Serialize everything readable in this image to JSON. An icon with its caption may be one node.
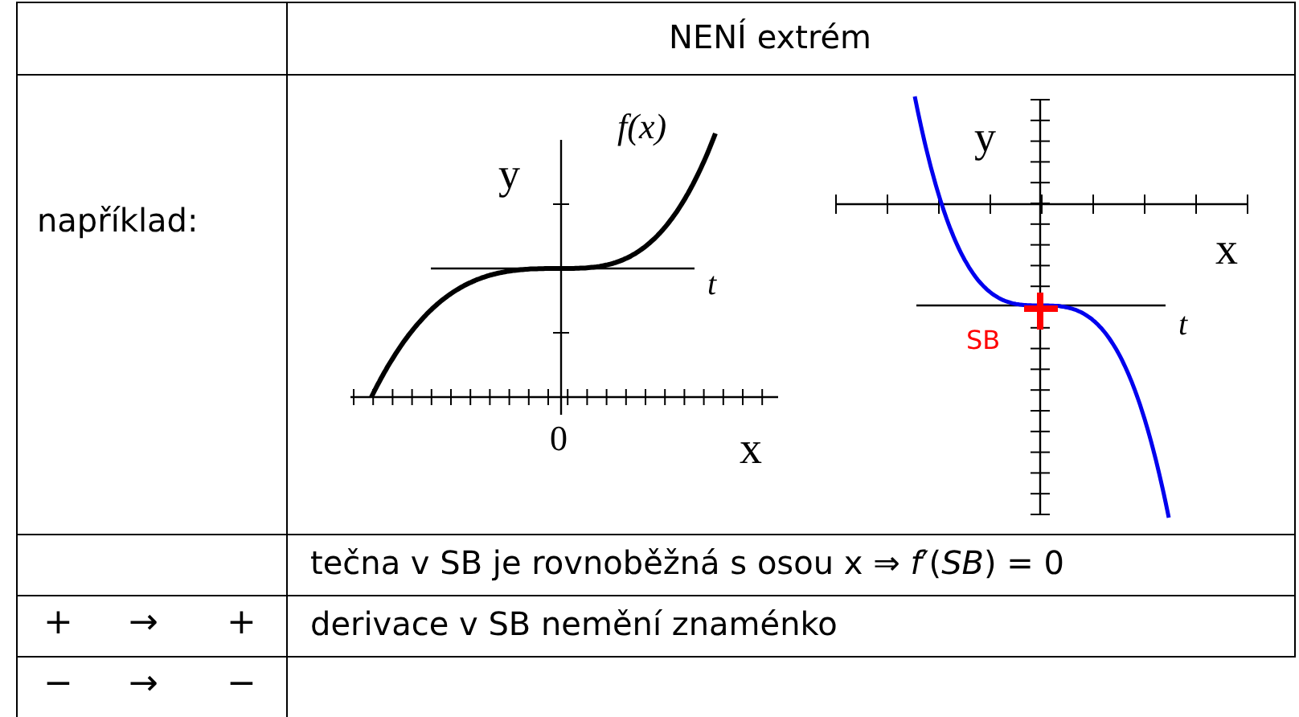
{
  "diagram": {
    "labels": [
      "NENÍ extrém",
      "například:",
      "y",
      "f(x)",
      "t",
      "0",
      "x",
      "y",
      "x",
      "SB",
      "t",
      "tečna v SB je rovnoběžná s osou x ⇒ *f*′(*SB*) = 0",
      "+",
      "→",
      "+",
      "derivace v SB nemění znaménko",
      "−",
      "→",
      "−"
    ]
  }
}
